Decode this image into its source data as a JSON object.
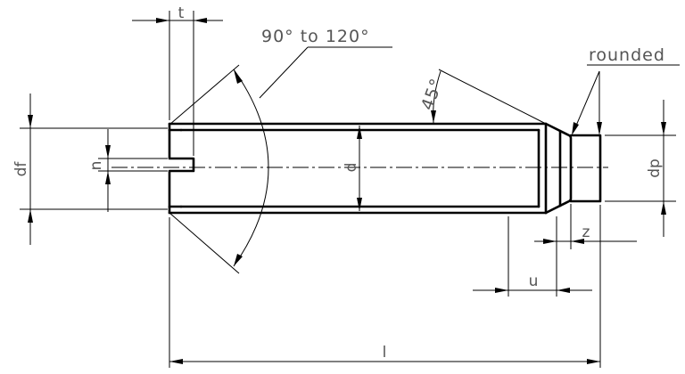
{
  "drawing": {
    "title": "",
    "labels": {
      "t": "t",
      "angle": "90° to 120°",
      "rounded": "rounded",
      "chamfer": "45°",
      "df": "df",
      "n": "n",
      "d": "d",
      "dp": "dp",
      "z": "z",
      "u": "u",
      "l": "l"
    }
  }
}
